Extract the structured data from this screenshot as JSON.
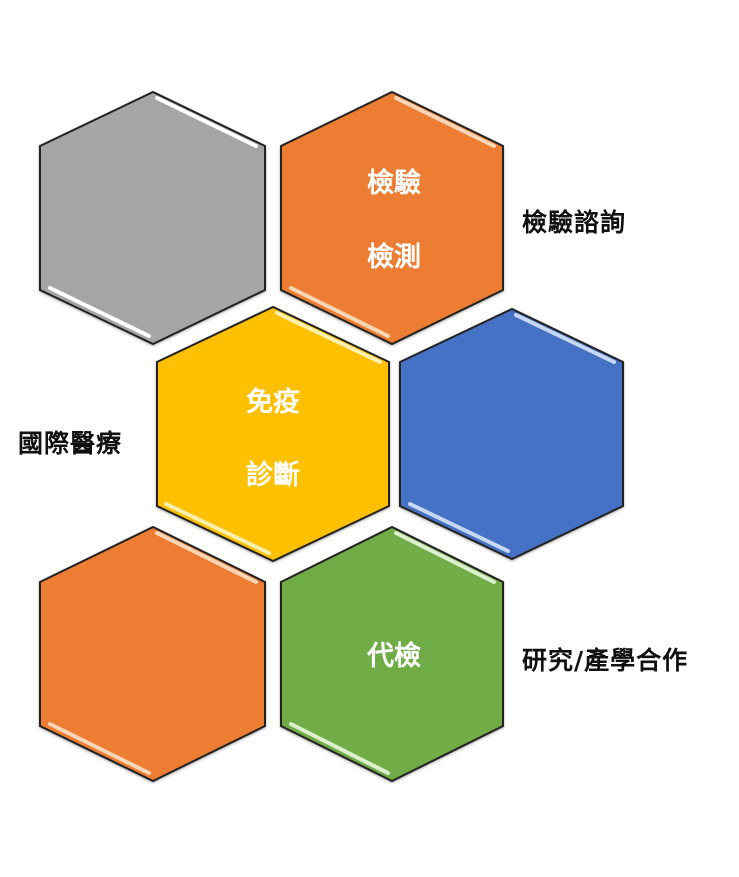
{
  "hexagons": [
    {
      "id": "grey",
      "color": "#a5a5a5",
      "lines": []
    },
    {
      "id": "inspection",
      "color": "#ed7d31",
      "lines": [
        "檢驗",
        "檢測"
      ]
    },
    {
      "id": "immuno",
      "color": "#ffc000",
      "lines": [
        "免疫",
        "診斷"
      ]
    },
    {
      "id": "blue",
      "color": "#4472c4",
      "lines": []
    },
    {
      "id": "orange-bottom",
      "color": "#ed7d31",
      "lines": []
    },
    {
      "id": "contract",
      "color": "#70ad47",
      "lines": [
        "代檢"
      ]
    }
  ],
  "labels": {
    "consulting": "檢驗諮詢",
    "international": "國際醫療",
    "research": "研究/產學合作"
  }
}
